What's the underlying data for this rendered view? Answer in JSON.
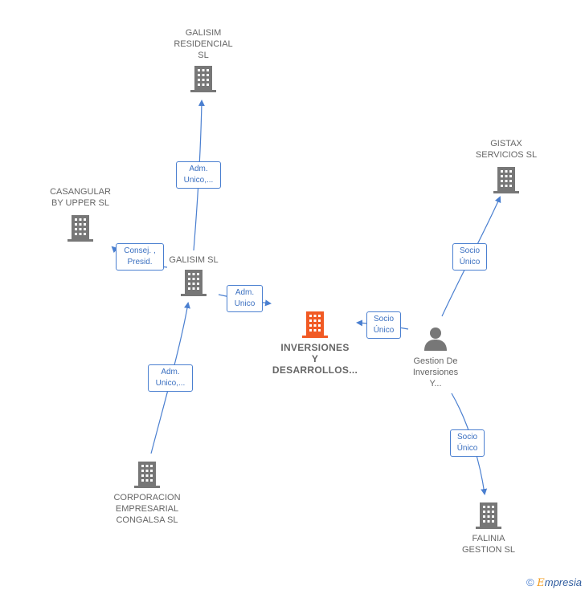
{
  "colors": {
    "edge": "#4a7fd0",
    "node": "#777777",
    "center": "#f15a24"
  },
  "nodes": {
    "galisim_residencial": {
      "label": "GALISIM\nRESIDENCIAL\nSL",
      "icon": "building-icon"
    },
    "casangular": {
      "label": "CASANGULAR\nBY UPPER  SL",
      "icon": "building-icon"
    },
    "galisim": {
      "label": "GALISIM SL",
      "icon": "building-icon"
    },
    "center": {
      "label": "INVERSIONES\nY\nDESARROLLOS...",
      "icon": "building-icon"
    },
    "gistax": {
      "label": "GISTAX\nSERVICIOS  SL",
      "icon": "building-icon"
    },
    "gestion": {
      "label": "Gestion De\nInversiones\nY...",
      "icon": "person-icon"
    },
    "corporacion": {
      "label": "CORPORACION\nEMPRESARIAL\nCONGALSA  SL",
      "icon": "building-icon"
    },
    "falinia": {
      "label": "FALINIA\nGESTION SL",
      "icon": "building-icon"
    }
  },
  "edges": {
    "galisim_to_residencial": "Adm.\nUnico,...",
    "galisim_to_casangular": "Consej. ,\nPresid.",
    "galisim_to_center": "Adm.\nUnico",
    "corporacion_to_galisim": "Adm.\nUnico,...",
    "gestion_to_center": "Socio\nÚnico",
    "gestion_to_gistax": "Socio\nÚnico",
    "gestion_to_falinia": "Socio\nÚnico"
  },
  "footer": {
    "copyright": "©",
    "brand_first": "E",
    "brand_rest": "mpresia"
  }
}
